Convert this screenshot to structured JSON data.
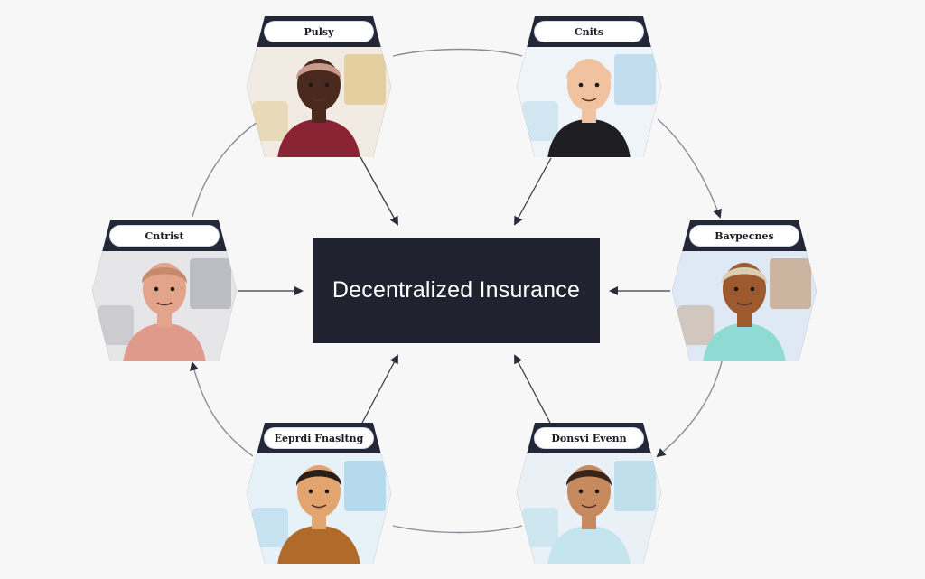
{
  "diagram": {
    "center_label": "Decentralized Insurance",
    "nodes": [
      {
        "id": "top-left",
        "label": "Pulsy",
        "scene_bg": "#f1ebe4",
        "skin": "#4a2a1e",
        "hair": "#c79b8e",
        "shirt": "#8a2434",
        "accent": "#d8b86a"
      },
      {
        "id": "top-right",
        "label": "Cnits",
        "scene_bg": "#eef4f8",
        "skin": "#f0c2a0",
        "hair": "#f0c2a0",
        "shirt": "#1d1d22",
        "accent": "#9ccbe6"
      },
      {
        "id": "mid-left",
        "label": "Cntrist",
        "scene_bg": "#e6e6e8",
        "skin": "#e2a48a",
        "hair": "#c48a6a",
        "shirt": "#e09a8c",
        "accent": "#9a9ca4"
      },
      {
        "id": "mid-right",
        "label": "Bavpecnes",
        "scene_bg": "#dfe9f5",
        "skin": "#9c5a2e",
        "hair": "#d9cdb4",
        "shirt": "#8fdad2",
        "accent": "#b98a5a"
      },
      {
        "id": "bot-left",
        "label": "Eeprdi Fnasltng",
        "scene_bg": "#e7f1f8",
        "skin": "#e2a570",
        "hair": "#2a1e18",
        "shirt": "#b06a2a",
        "accent": "#8cc6e6"
      },
      {
        "id": "bot-right",
        "label": "Donsvi Evenn",
        "scene_bg": "#e9f1f6",
        "skin": "#c68a5e",
        "hair": "#3a2418",
        "shirt": "#c4e4ee",
        "accent": "#9fd0e4"
      }
    ]
  }
}
